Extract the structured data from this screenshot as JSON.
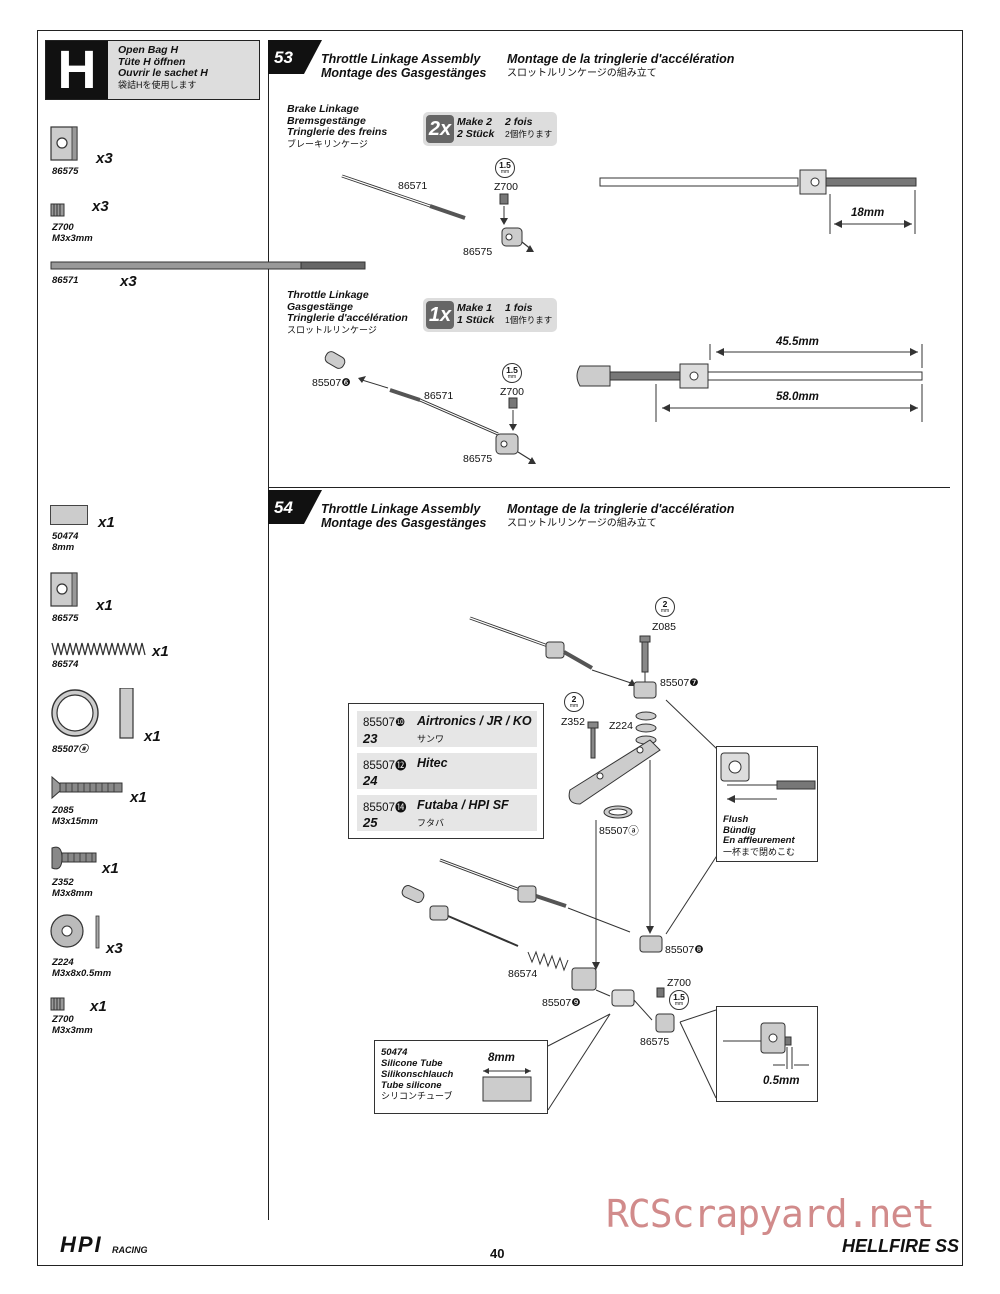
{
  "bag": {
    "letter": "H",
    "line1": "Open Bag H",
    "line2": "Tüte H öffnen",
    "line3": "Ouvrir le sachet H",
    "line4": "袋詰Hを使用します"
  },
  "parts_top": [
    {
      "code": "86575",
      "sub": "",
      "qty": "x3"
    },
    {
      "code": "Z700",
      "sub": "M3x3mm",
      "qty": "x3"
    },
    {
      "code": "86571",
      "sub": "",
      "qty": "x3"
    }
  ],
  "parts_bottom": [
    {
      "code": "50474",
      "sub": "8mm",
      "qty": "x1"
    },
    {
      "code": "86575",
      "sub": "",
      "qty": "x1"
    },
    {
      "code": "86574",
      "sub": "",
      "qty": "x1"
    },
    {
      "code": "85507ⓐ",
      "sub": "",
      "qty": "x1"
    },
    {
      "code": "Z085",
      "sub": "M3x15mm",
      "qty": "x1"
    },
    {
      "code": "Z352",
      "sub": "M3x8mm",
      "qty": "x1"
    },
    {
      "code": "Z224",
      "sub": "M3x8x0.5mm",
      "qty": "x3"
    },
    {
      "code": "Z700",
      "sub": "M3x3mm",
      "qty": "x1"
    }
  ],
  "step53": {
    "number": "53",
    "title_en": "Throttle Linkage Assembly",
    "title_de": "Montage des Gasgestänges",
    "title_fr": "Montage de la tringlerie d'accélération",
    "title_jp": "スロットルリンケージの組み立て",
    "brake": {
      "l1": "Brake Linkage",
      "l2": "Bremsgestänge",
      "l3": "Tringlerie des freins",
      "l4": "ブレーキリンケージ",
      "make_num": "2x",
      "make_a": "Make 2",
      "make_b": "2 Stück",
      "make_c": "2 fois",
      "make_d": "2個作ります",
      "rod": "86571",
      "screw": "Z700",
      "stop": "86575",
      "tool": "1.5",
      "tool_unit": "mm",
      "dim": "18mm"
    },
    "throttle": {
      "l1": "Throttle Linkage",
      "l2": "Gasgestänge",
      "l3": "Tringlerie d'accélération",
      "l4": "スロットルリンケージ",
      "make_num": "1x",
      "make_a": "Make 1",
      "make_b": "1 Stück",
      "make_c": "1 fois",
      "make_d": "1個作ります",
      "ball": "85507",
      "ball_idx": "❻",
      "rod": "86571",
      "screw": "Z700",
      "stop": "86575",
      "tool": "1.5",
      "tool_unit": "mm",
      "dim1": "45.5mm",
      "dim2": "58.0mm"
    }
  },
  "step54": {
    "number": "54",
    "title_en": "Throttle Linkage Assembly",
    "title_de": "Montage des Gasgestänges",
    "title_fr": "Montage de la tringlerie d'accélération",
    "title_jp": "スロットルリンケージの組み立て",
    "tool_z085": "2",
    "tool_z352": "2",
    "tool_z700": "1.5",
    "tool_unit": "mm",
    "labels": {
      "z085": "Z085",
      "p7": "85507❼",
      "z352": "Z352",
      "z224": "Z224",
      "pa": "85507ⓐ",
      "p8": "85507❽",
      "spring": "86574",
      "p9": "85507❾",
      "z700": "Z700",
      "stop": "86575"
    },
    "radios": [
      {
        "code": "85507❿",
        "brand": "Airtronics / JR / KO",
        "num": "23",
        "jp": "サンワ"
      },
      {
        "code": "85507⓬",
        "brand": "Hitec",
        "num": "24",
        "jp": ""
      },
      {
        "code": "85507⓮",
        "brand": "Futaba / HPI SF",
        "num": "25",
        "jp": "フタバ"
      }
    ],
    "flush": {
      "l1": "Flush",
      "l2": "Bündig",
      "l3": "En affleurement",
      "l4": "一杯まで閉めこむ"
    },
    "tube": {
      "code": "50474",
      "l1": "Silicone Tube",
      "l2": "Silikonschlauch",
      "l3": "Tube silicone",
      "l4": "シリコンチューブ",
      "dim": "8mm"
    },
    "gap": "0.5mm"
  },
  "footer": {
    "page": "40",
    "hpi": "HPI",
    "hpi_sub": "RACING",
    "hellfire": "HELLFIRE SS",
    "watermark": "RCScrapyard.net"
  }
}
